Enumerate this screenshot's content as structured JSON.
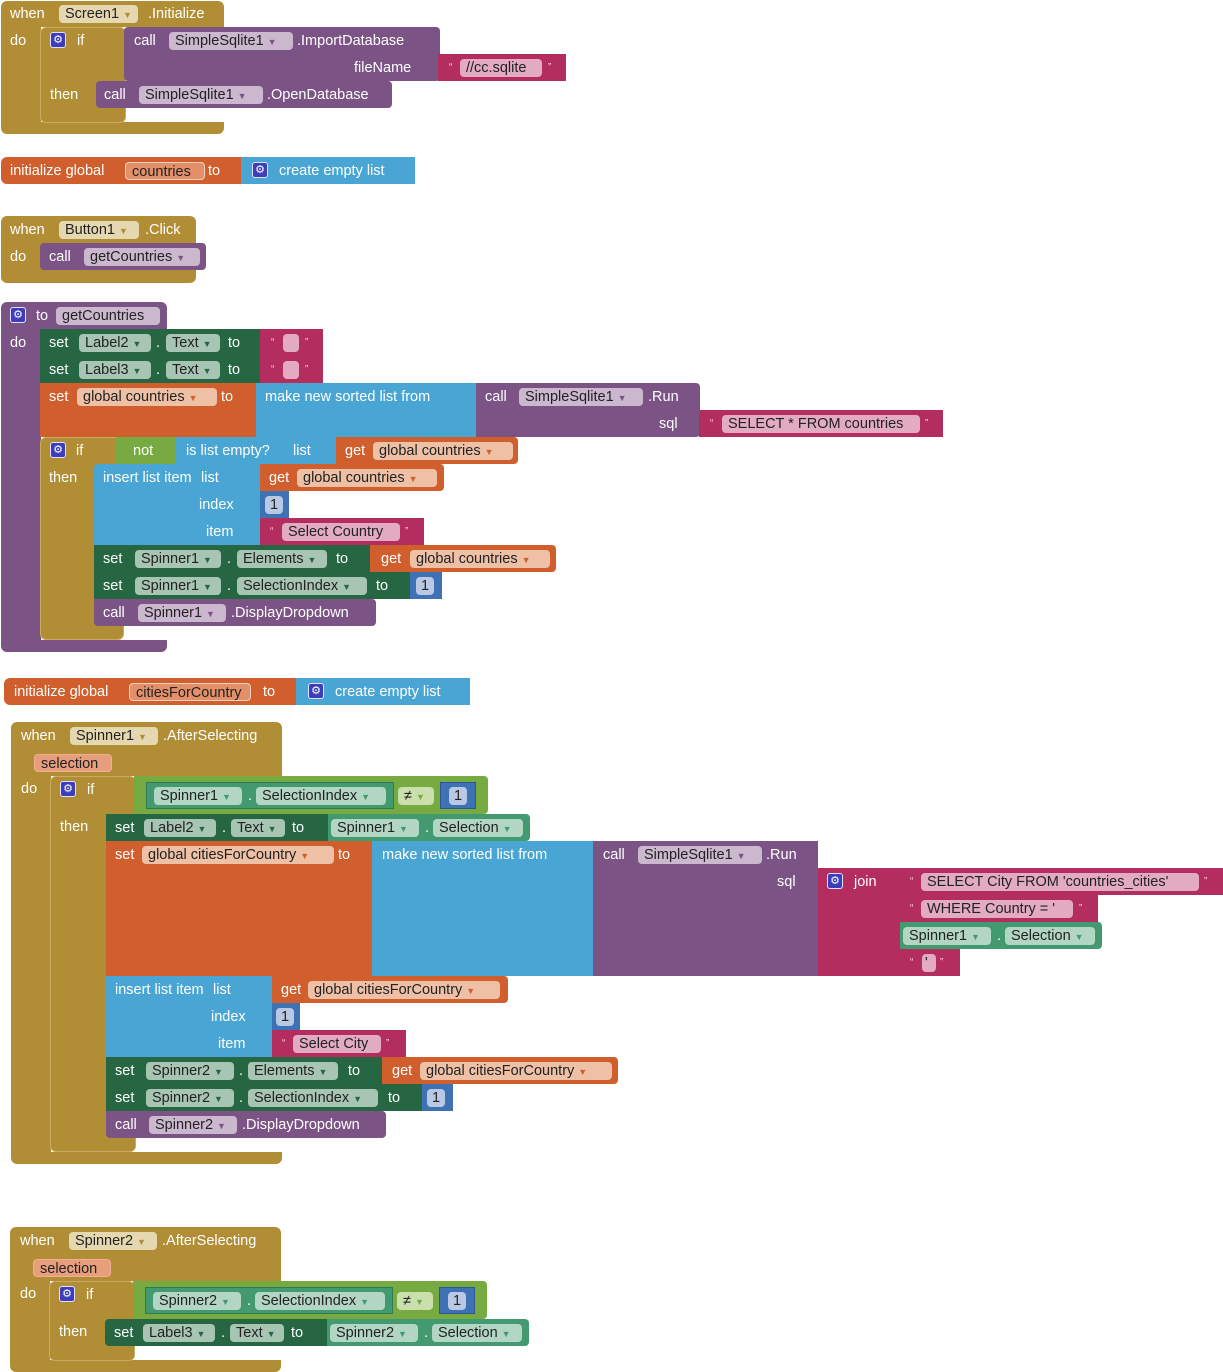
{
  "keywords": {
    "when": "when",
    "do": "do",
    "if": "if",
    "then": "then",
    "call": "call",
    "set": "set",
    "get": "get",
    "to": "to",
    "dot": ".",
    "initialize_global": "initialize global",
    "create_empty_list": "create empty list",
    "make_sorted": "make new sorted list from",
    "insert_list_item": "insert list item",
    "list": "list",
    "index": "index",
    "item": "item",
    "not": "not",
    "is_list_empty": "is list empty?",
    "join": "join",
    "sql": "sql",
    "fileName": "fileName",
    "open_quote": "“",
    "close_quote": "”",
    "neq": "≠"
  },
  "block1": {
    "component": "Screen1",
    "event": ".Initialize",
    "db": "SimpleSqlite1",
    "import_method": ".ImportDatabase",
    "file_value": "//cc.sqlite",
    "open_method": ".OpenDatabase"
  },
  "block2": {
    "var_name": "countries"
  },
  "block3": {
    "component": "Button1",
    "event": ".Click",
    "proc": "getCountries"
  },
  "block4": {
    "proc_name": "getCountries",
    "label2": "Label2",
    "label3": "Label3",
    "text_prop": "Text",
    "empty_string": "",
    "global_var": "global countries",
    "db": "SimpleSqlite1",
    "run_method": ".Run",
    "sql_value": "SELECT * FROM countries",
    "index_value": "1",
    "item_value": "Select Country",
    "spinner": "Spinner1",
    "elements_prop": "Elements",
    "selindex_prop": "SelectionIndex",
    "selindex_value": "1",
    "display_method": ".DisplayDropdown"
  },
  "block5": {
    "var_name": "citiesForCountry"
  },
  "block6": {
    "component": "Spinner1",
    "event": ".AfterSelecting",
    "param": "selection",
    "selindex_prop": "SelectionIndex",
    "cmp_value": "1",
    "label": "Label2",
    "text_prop": "Text",
    "selection_prop": "Selection",
    "global_var": "global citiesForCountry",
    "db": "SimpleSqlite1",
    "run_method": ".Run",
    "join_items": [
      "SELECT City FROM 'countries_cities'",
      "WHERE Country = '",
      "'"
    ],
    "index_value": "1",
    "item_value": "Select City",
    "spinner2": "Spinner2",
    "elements_prop": "Elements",
    "selindex_value": "1",
    "display_method": ".DisplayDropdown"
  },
  "block7": {
    "component": "Spinner2",
    "event": ".AfterSelecting",
    "param": "selection",
    "selindex_prop": "SelectionIndex",
    "cmp_value": "1",
    "label": "Label3",
    "text_prop": "Text",
    "selection_prop": "Selection"
  },
  "colors": {
    "event": "#b18e35",
    "procedure": "#7c5385",
    "text": "#b32d5e",
    "variable": "#d05f2d",
    "list": "#49a6d4",
    "component_setter": "#266643",
    "component_getter": "#439970",
    "logic": "#77ab41",
    "math": "#3f71b5"
  }
}
